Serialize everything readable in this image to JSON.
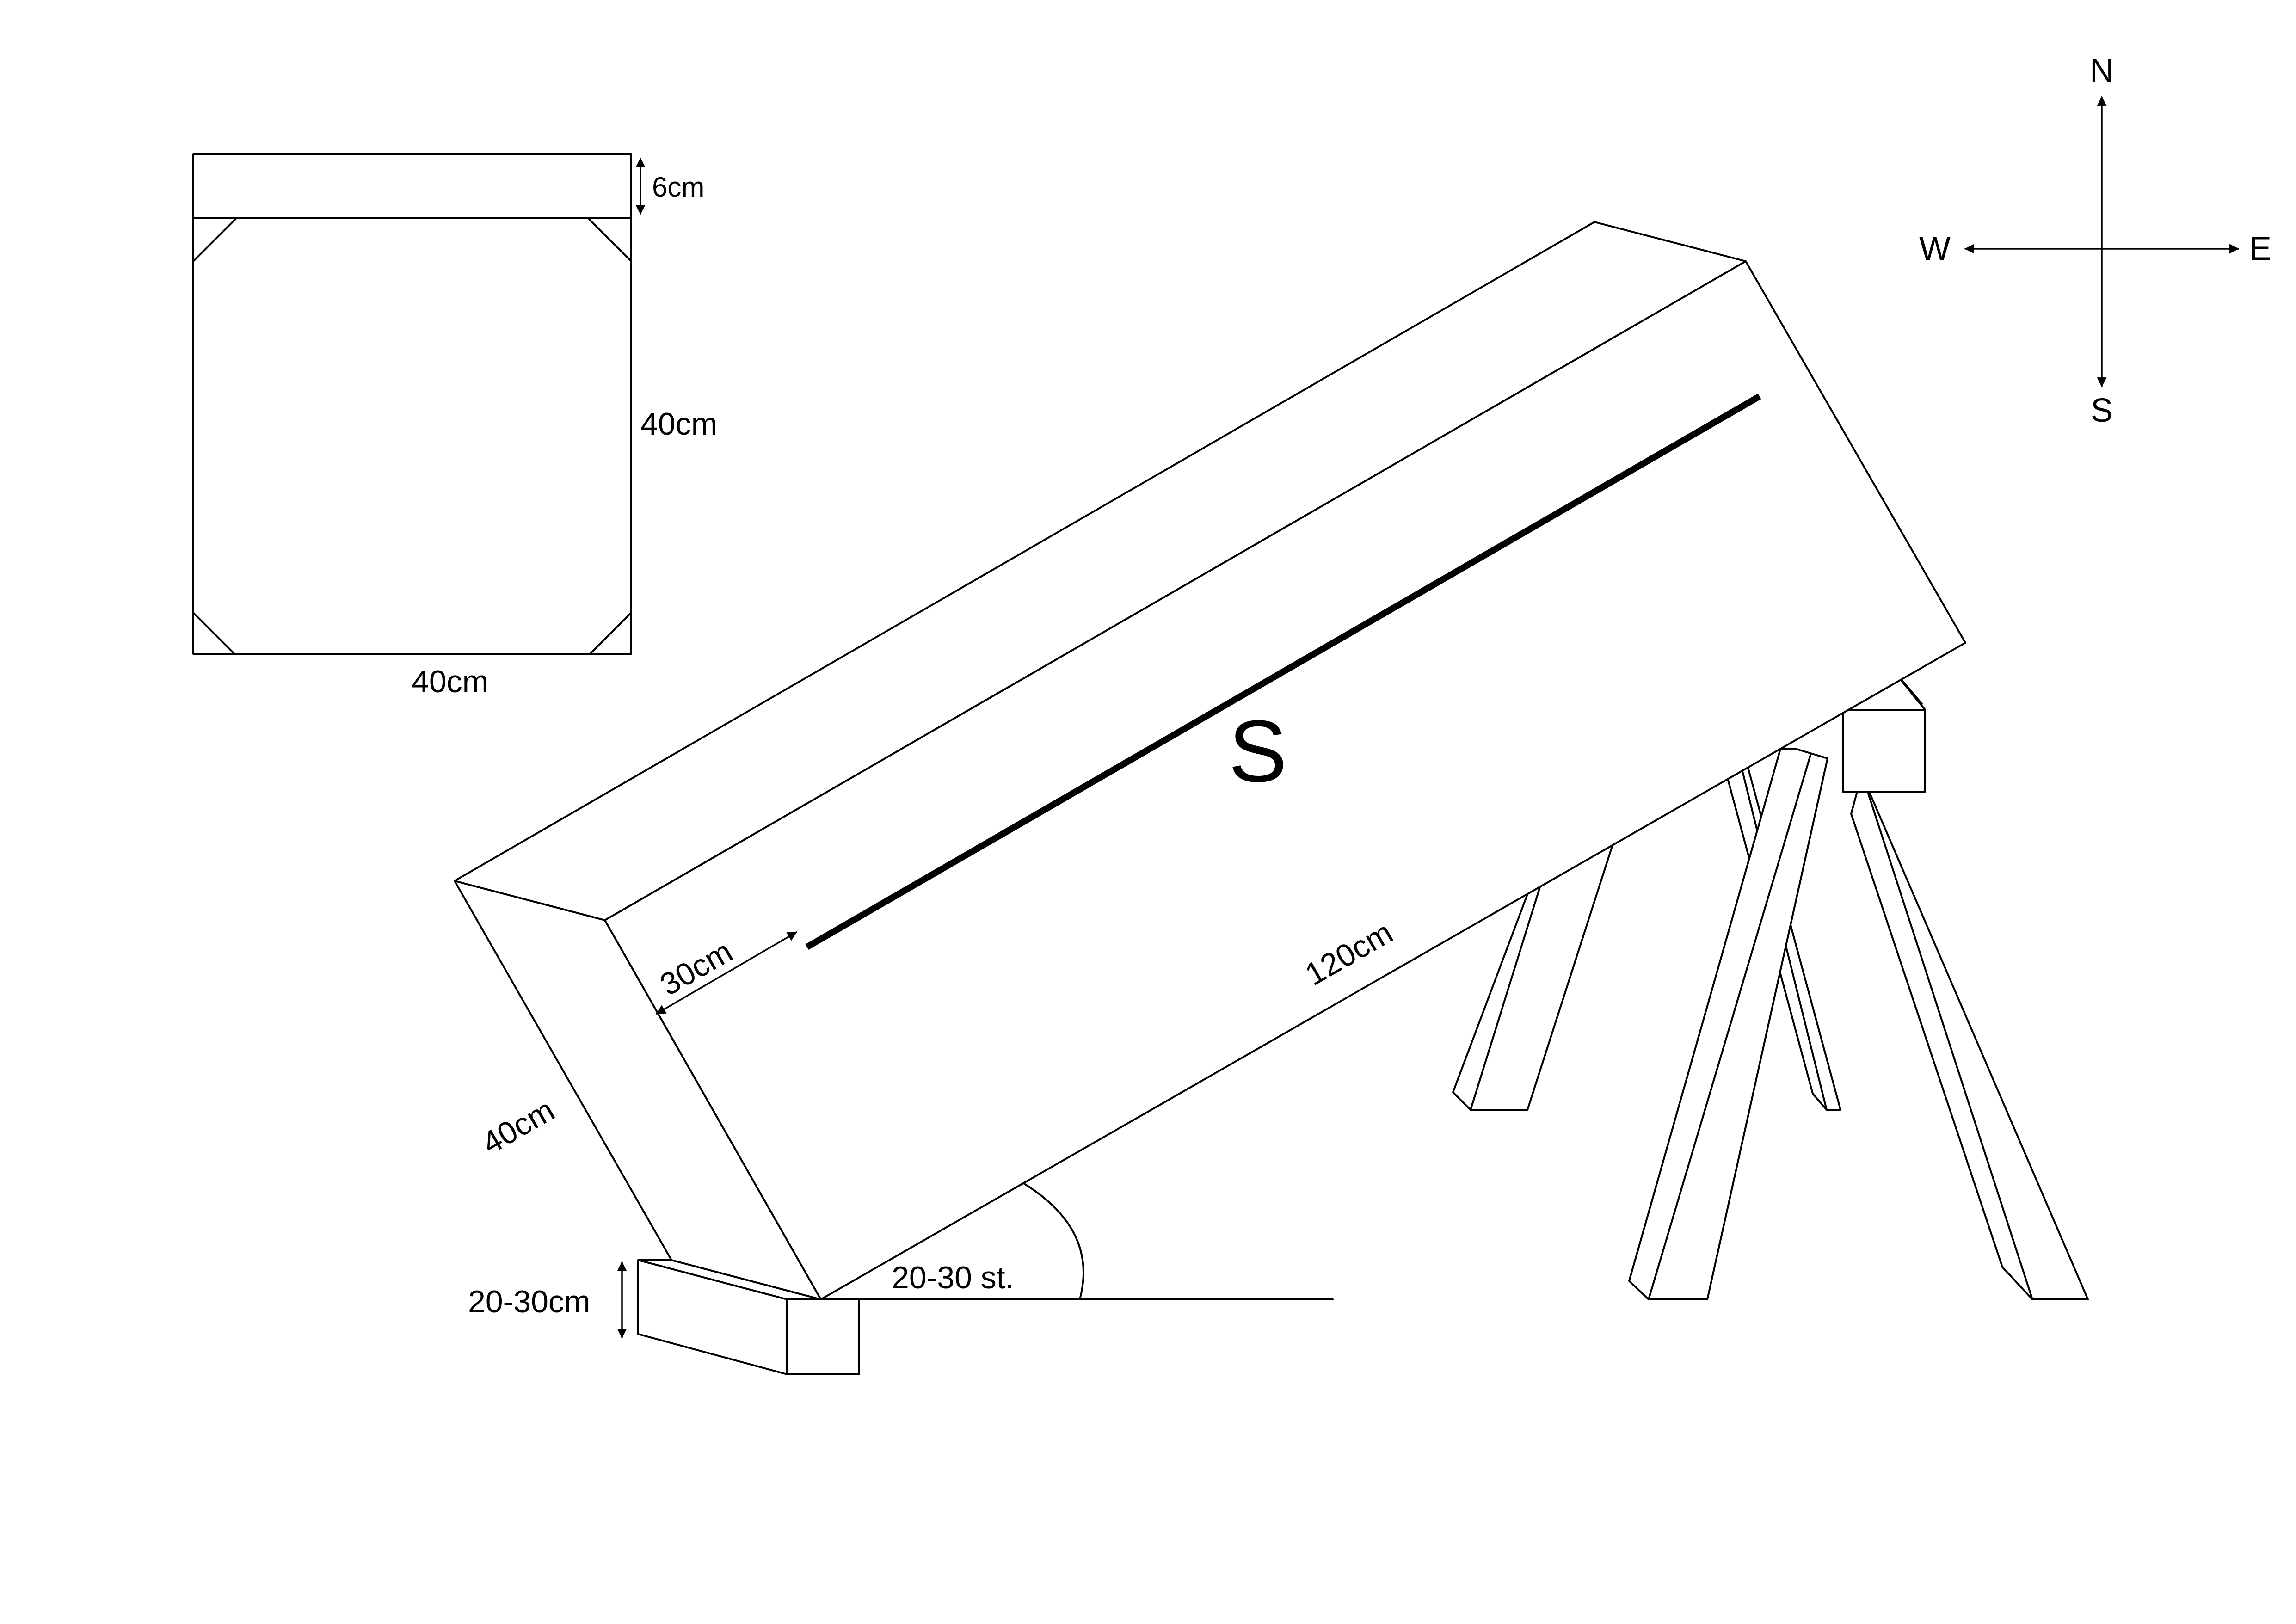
{
  "detail_view": {
    "lid_thickness": "6cm",
    "height": "40cm",
    "width": "40cm"
  },
  "compass": {
    "north": "N",
    "south": "S",
    "east": "E",
    "west": "W"
  },
  "box": {
    "face_marker": "S",
    "slot_offset": "30cm",
    "length": "120cm",
    "end_height": "40cm"
  },
  "support_block": {
    "height": "20-30cm"
  },
  "tilt_angle": "20-30 st."
}
